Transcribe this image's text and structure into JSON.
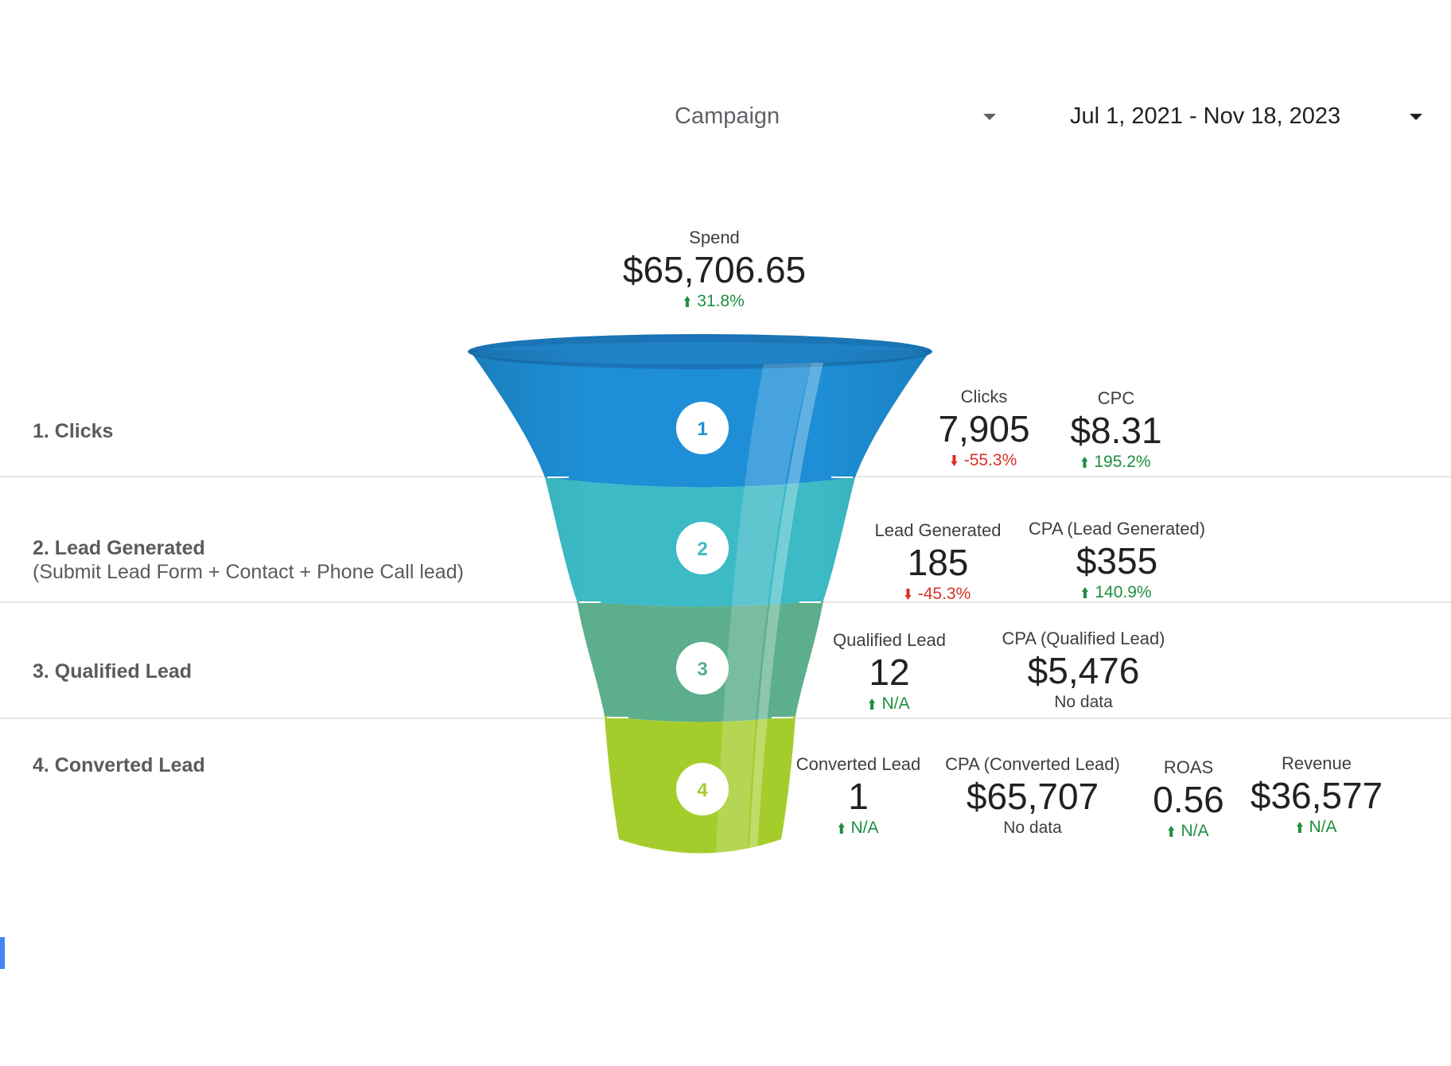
{
  "filters": {
    "campaign": {
      "label": "Campaign"
    },
    "date_range": {
      "label": "Jul 1, 2021 - Nov 18, 2023"
    }
  },
  "spend": {
    "label": "Spend",
    "value": "$65,706.65",
    "change": "31.8%",
    "direction": "up"
  },
  "stages": [
    {
      "label": "1. Clicks",
      "number": "1",
      "color": "#1e8fd6"
    },
    {
      "label": "2. Lead Generated",
      "sublabel": "(Submit Lead Form + Contact + Phone Call lead)",
      "number": "2",
      "color": "#3cbac6"
    },
    {
      "label": "3. Qualified Lead",
      "number": "3",
      "color": "#5cae8c"
    },
    {
      "label": "4. Converted Lead",
      "number": "4",
      "color": "#a4cd2c"
    }
  ],
  "metrics": {
    "clicks": {
      "label": "Clicks",
      "value": "7,905",
      "change": "-55.3%",
      "direction": "down"
    },
    "cpc": {
      "label": "CPC",
      "value": "$8.31",
      "change": "195.2%",
      "direction": "up"
    },
    "lead_generated": {
      "label": "Lead Generated",
      "value": "185",
      "change": "-45.3%",
      "direction": "down"
    },
    "cpa_lead_generated": {
      "label": "CPA (Lead Generated)",
      "value": "$355",
      "change": "140.9%",
      "direction": "up"
    },
    "qualified_lead": {
      "label": "Qualified Lead",
      "value": "12",
      "change": "N/A",
      "direction": "up"
    },
    "cpa_qualified_lead": {
      "label": "CPA (Qualified Lead)",
      "value": "$5,476",
      "change": "No data",
      "direction": "none"
    },
    "converted_lead": {
      "label": "Converted Lead",
      "value": "1",
      "change": "N/A",
      "direction": "up"
    },
    "cpa_converted_lead": {
      "label": "CPA (Converted Lead)",
      "value": "$65,707",
      "change": "No data",
      "direction": "none"
    },
    "roas": {
      "label": "ROAS",
      "value": "0.56",
      "change": "N/A",
      "direction": "up"
    },
    "revenue": {
      "label": "Revenue",
      "value": "$36,577",
      "change": "N/A",
      "direction": "up"
    }
  },
  "colors": {
    "up": "#1e8e3e",
    "down": "#d93025",
    "accent": "#4285f4"
  }
}
